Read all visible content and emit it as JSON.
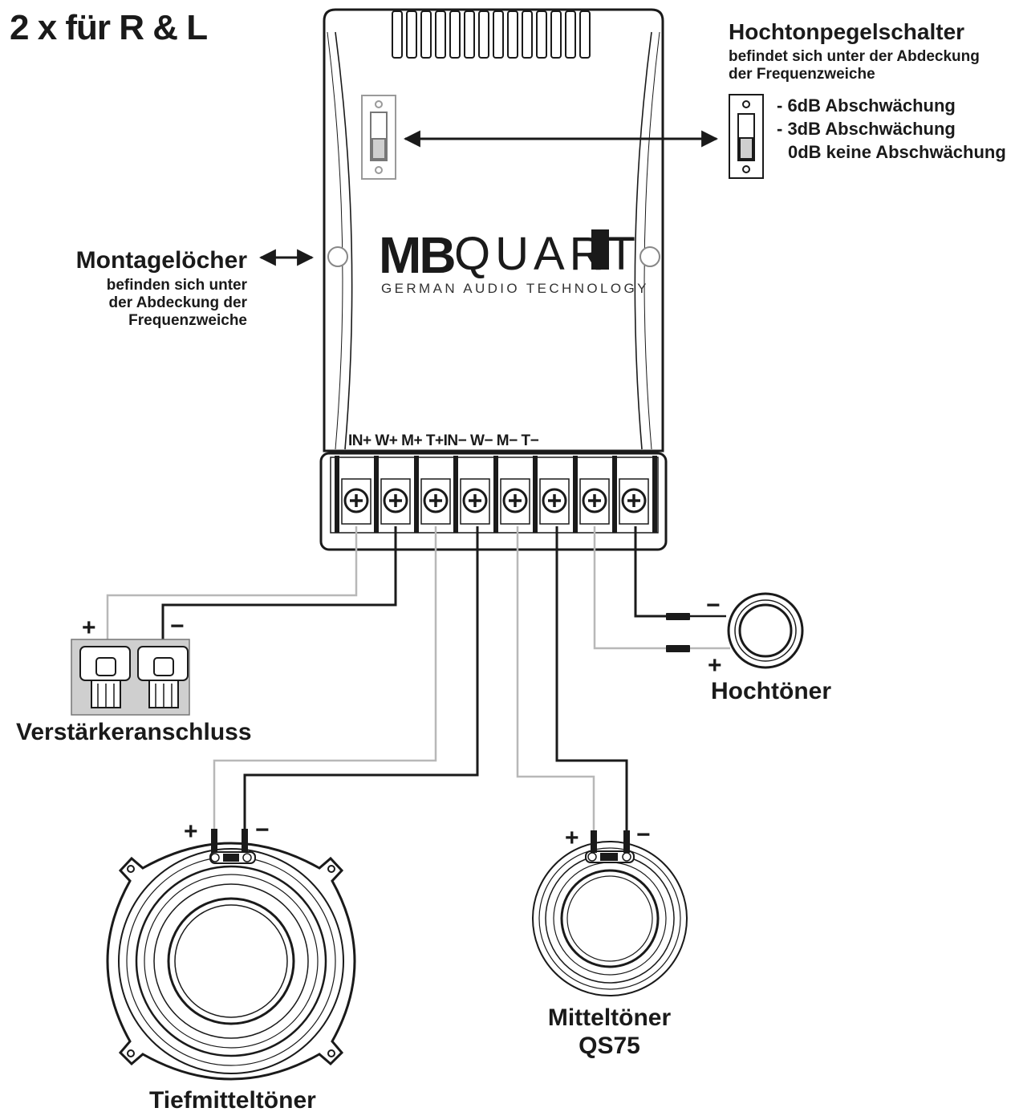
{
  "title": "2 x für R & L",
  "tweeter_level_switch": {
    "title": "Hochtonpegelschalter",
    "note_lines": [
      "befindet sich unter der Abdeckung",
      "der Frequenzweiche"
    ],
    "options": [
      "- 6dB Abschwächung",
      "- 3dB Abschwächung",
      "0dB keine Abschwächung"
    ]
  },
  "mounting_holes": {
    "title": "Montagelöcher",
    "note_lines": [
      "befinden sich unter",
      "der Abdeckung der",
      "Frequenzweiche"
    ]
  },
  "logo": {
    "brand_bold": "MB",
    "brand_light": "QUART",
    "tagline": "GERMAN AUDIO TECHNOLOGY"
  },
  "terminals": {
    "label_text": "IN+ W+ M+ T+IN− W− M− T−"
  },
  "components": {
    "amplifier": "Verstärkeranschluss",
    "tweeter": "Hochtöner",
    "woofer": "Tiefmitteltöner",
    "midrange_lines": [
      "Mitteltöner",
      "QS75"
    ]
  },
  "polarity": {
    "plus": "+",
    "minus": "−"
  },
  "colors": {
    "line_dark": "#1a1a1a",
    "wire_light": "#b8b8b8",
    "amp_block": "#cfcfcf",
    "background": "#ffffff"
  }
}
